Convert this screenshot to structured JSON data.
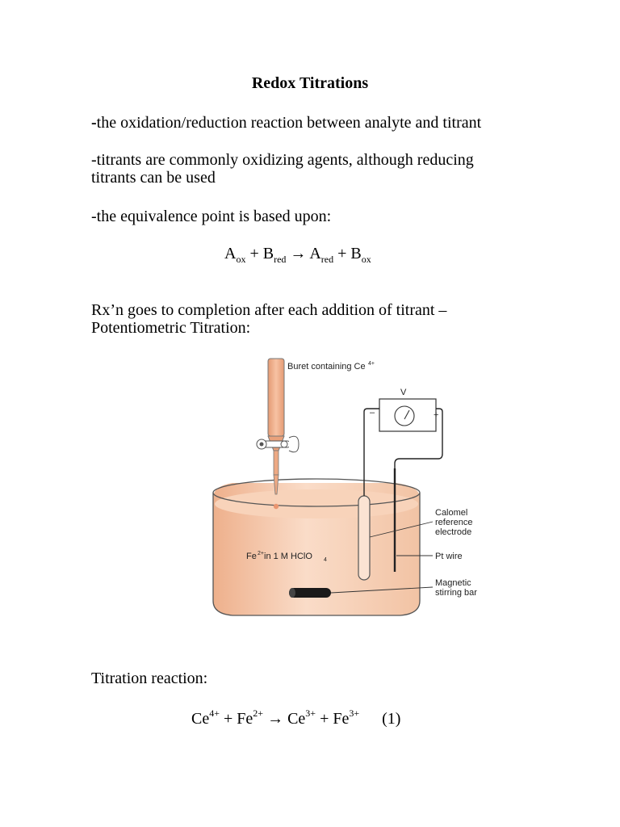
{
  "title": "Redox Titrations",
  "para1": {
    "dash": "-",
    "text": "the oxidation/reduction reaction between analyte and titrant"
  },
  "para2": {
    "line1": "-titrants are commonly oxidizing agents, although reducing",
    "line2": "titrants can be used"
  },
  "para3": "-the equivalence point is based upon:",
  "equation1": {
    "A": "A",
    "ox": "ox",
    "plus1": " + ",
    "B": "B",
    "red": "red",
    "arrow": " → ",
    "A2": "A",
    "red2": "red",
    "plus2": " + ",
    "B2": "B",
    "ox2": "ox"
  },
  "para4": {
    "line1": "Rx’n goes to completion after each addition of titrant –",
    "line2": "Potentiometric Titration:"
  },
  "figure": {
    "buret_label": "Buret containing Ce",
    "buret_sup": "4+",
    "meter_label": "V",
    "minus": "–",
    "plus": "+",
    "solution_pre": "Fe",
    "solution_sup": "2+",
    "solution_post": " in 1 M HClO",
    "solution_sub": "4",
    "calomel_1": "Calomel",
    "calomel_2": "reference",
    "calomel_3": "electrode",
    "pt_wire": "Pt wire",
    "stir_1": "Magnetic",
    "stir_2": "stirring bar",
    "colors": {
      "solution": "#f6c5a6",
      "solution_dark": "#eaa37e",
      "buret_liquid": "#eea37b",
      "wire": "#222222"
    }
  },
  "para5": "Titration reaction:",
  "equation2": {
    "Ce": "Ce",
    "ce_sup": "4+",
    "plus1": " + Fe",
    "fe_sup": "2+",
    "arrow": " → Ce",
    "ce3_sup": "3+",
    "plus2": " + Fe",
    "fe3_sup": "3+",
    "number": "(1)"
  }
}
